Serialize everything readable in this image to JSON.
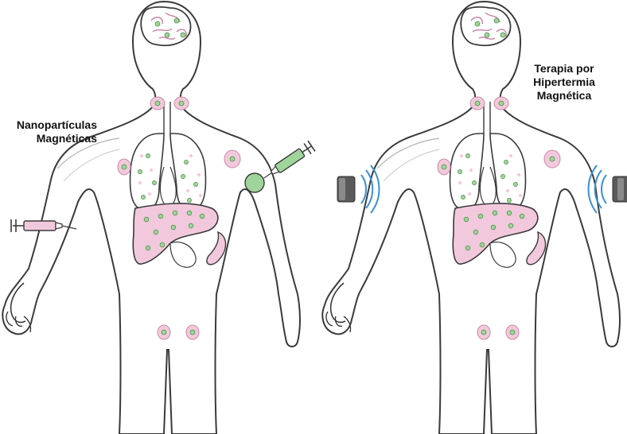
{
  "left_panel": {
    "label_line1": "Nanopartículas",
    "label_line2": "Magnéticas"
  },
  "right_panel": {
    "label_line1": "Terapia por",
    "label_line2": "Hipertermia",
    "label_line3": "Magnética"
  },
  "colors": {
    "outline": "#3a3a3a",
    "organ_fill": "#f2c9dc",
    "nanoparticle": "#9fd59a",
    "magnet_wave": "#3a8fd6",
    "magnet_body": "#555555",
    "syringe_fill": "#9fd59a",
    "syringe_pink": "#f2c9dc"
  }
}
